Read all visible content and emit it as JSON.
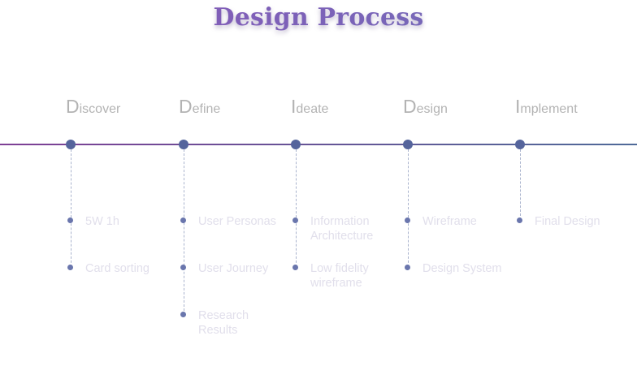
{
  "title": "Design Process",
  "phases": [
    {
      "initial": "D",
      "rest": "iscover",
      "steps": [
        "5W 1h",
        "Card sorting"
      ]
    },
    {
      "initial": "D",
      "rest": "efine",
      "steps": [
        "User Personas",
        "User Journey",
        "Research Results"
      ]
    },
    {
      "initial": "I",
      "rest": "deate",
      "steps": [
        "Information Architecture",
        "Low fidelity wireframe"
      ]
    },
    {
      "initial": "D",
      "rest": "esign",
      "steps": [
        "Wireframe",
        "Design System"
      ]
    },
    {
      "initial": "I",
      "rest": "mplement",
      "steps": [
        "Final Design"
      ]
    }
  ],
  "colors": {
    "title_start": "#8a55b8",
    "title_end": "#6f74b6",
    "timeline_start": "#7e3f95",
    "timeline_end": "#4f6a98",
    "node": "#55649c",
    "phase_label": "#b3b3b3",
    "step_text": "#e1dfeb"
  }
}
